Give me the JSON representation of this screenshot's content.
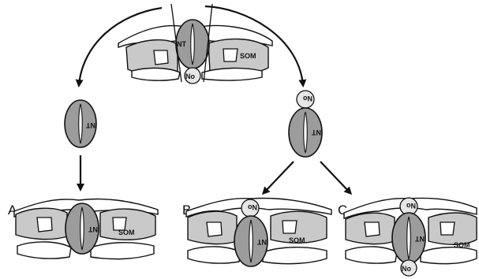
{
  "labels": {
    "neural_tube": "NT",
    "somite": "SOM",
    "notochord": "No"
  },
  "panels": {
    "a": "A",
    "b": "B",
    "c": "C"
  },
  "colors": {
    "tube": "#9c9c9c",
    "somite": "#c9c9c9",
    "notochord": "#e6e6e6",
    "line": "#111111"
  }
}
